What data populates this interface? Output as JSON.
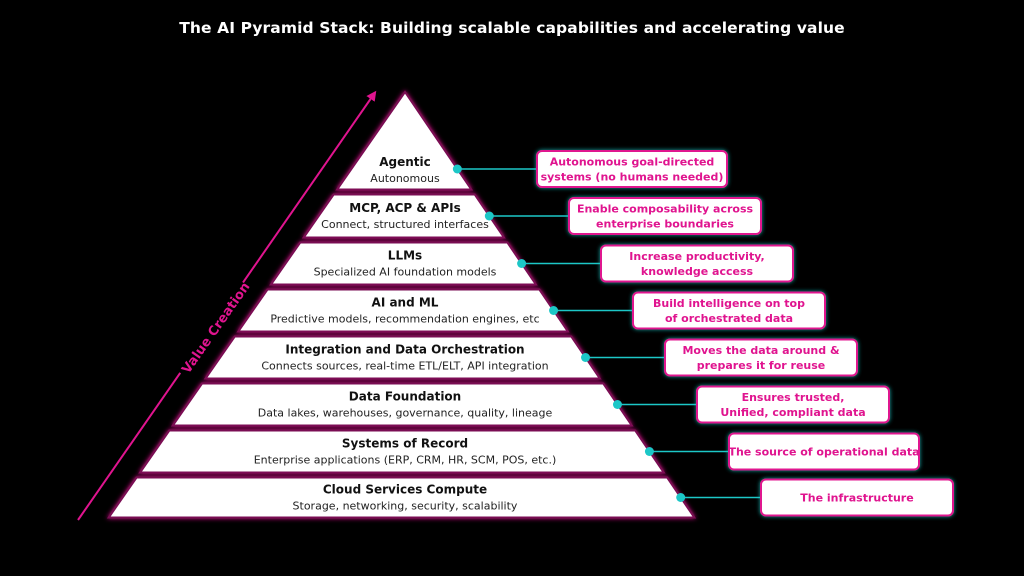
{
  "title": "The AI Pyramid Stack: Building scalable capabilities and accelerating value",
  "value_axis_label": "Value Creation",
  "colors": {
    "background": "#000000",
    "accent_pink": "#e0148f",
    "connector_teal": "#1cc7c7",
    "layer_fill": "#ffffff",
    "layer_border": "#7a0a52"
  },
  "layers": [
    {
      "title": "Agentic",
      "subtitle": "Autonomous",
      "callout": [
        "Autonomous goal-directed",
        "systems (no humans needed)"
      ]
    },
    {
      "title": "MCP, ACP & APIs",
      "subtitle": "Connect, structured interfaces",
      "callout": [
        "Enable composability across",
        "enterprise boundaries"
      ]
    },
    {
      "title": "LLMs",
      "subtitle": "Specialized AI foundation models",
      "callout": [
        "Increase productivity,",
        "knowledge access"
      ]
    },
    {
      "title": "AI and ML",
      "subtitle": "Predictive models, recommendation engines, etc",
      "callout": [
        "Build intelligence on top",
        "of orchestrated data"
      ]
    },
    {
      "title": "Integration and Data Orchestration",
      "subtitle": "Connects sources, real-time ETL/ELT, API integration",
      "callout": [
        "Moves the data around &",
        "prepares it for reuse"
      ]
    },
    {
      "title": "Data Foundation",
      "subtitle": "Data lakes, warehouses, governance, quality, lineage",
      "callout": [
        "Ensures trusted,",
        "Unified, compliant data"
      ]
    },
    {
      "title": "Systems of Record",
      "subtitle": "Enterprise applications (ERP, CRM, HR, SCM, POS, etc.)",
      "callout": [
        "The source of operational data"
      ]
    },
    {
      "title": "Cloud Services Compute",
      "subtitle": "Storage, networking, security, scalability",
      "callout": [
        "The infrastructure"
      ]
    }
  ]
}
